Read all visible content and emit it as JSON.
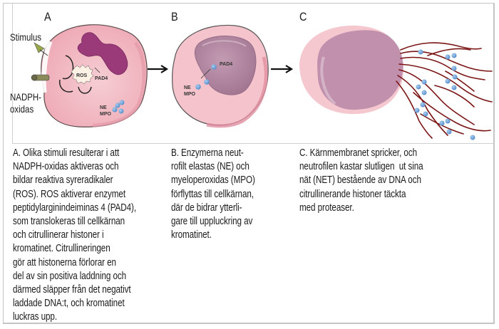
{
  "figure": {
    "panels": [
      {
        "letter": "A",
        "labels": {
          "stimulus": "Stimulus",
          "nadph": "NADPH-\noxidas",
          "ros": "ROS",
          "pad4": "PAD4",
          "ne": "NE",
          "mpo": "MPO"
        }
      },
      {
        "letter": "B",
        "labels": {
          "pad4": "PAD4",
          "ne": "NE",
          "mpo": "MPO"
        }
      },
      {
        "letter": "C"
      }
    ],
    "colors": {
      "cytoplasm": "#f4c6cc",
      "cell_rim": "#e8a3ae",
      "nucleus_a": "#9c3d7a",
      "nucleus_b": "#b58aa3",
      "granule": "#6fa3d8",
      "dna_strand": "#7a1414"
    }
  },
  "captions": {
    "a": "A. Olika stimuli resulterar i att\nNADPH-oxidas aktiveras och\nbildar reaktiva syreradikaler\n(ROS). ROS aktiverar enzymet\npeptidylarginindeiminas 4 (PAD4),\nsom translokeras till cellkärnan\noch citrullinerar histoner i\nkromatinet. Citrullineringen\ngör att histonerna förlorar en\ndel av sin positiva laddning och\ndärmed släpper från det negativt\nladdade DNA:t, och kromatinet\nluckras upp.",
    "b": "B. Enzymerna neut-\nrofilt elastas (NE) och\nmyeloperoxidas (MPO)\nförflyttas till cellkärnan,\ndär de bidrar ytterli-\ngare till uppluckring av\nkromatinet.",
    "c": "C. Kärnmembranet spricker, och\nneutrofilen kastar slutligen  ut sina\nnät (NET) bestående av DNA och\ncitrullinerande histoner täckta\nmed proteaser."
  }
}
